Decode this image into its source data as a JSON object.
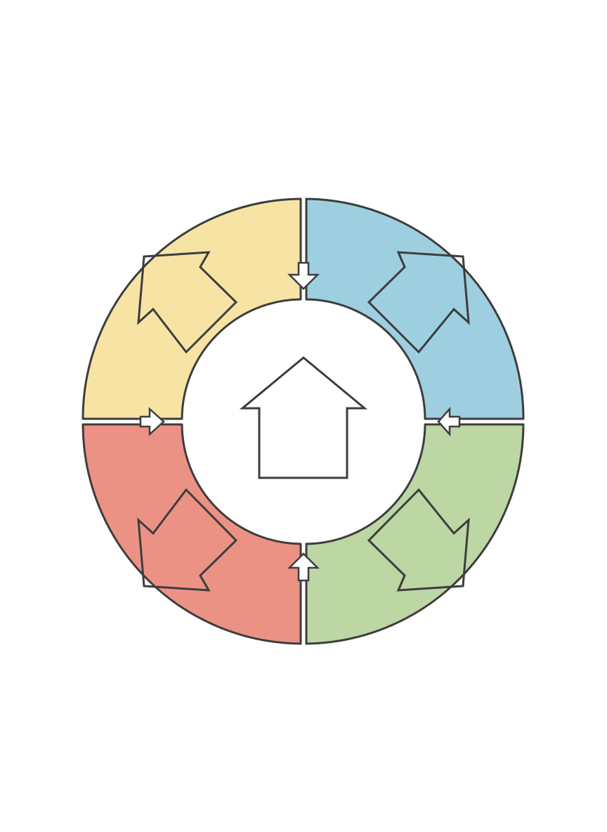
{
  "diagram": {
    "center_icon": "house-icon",
    "segments": [
      {
        "id": "top-left",
        "color": "#f7e4a5",
        "arrow_icon": "house-arrow-icon"
      },
      {
        "id": "top-right",
        "color": "#9dcfe0",
        "arrow_icon": "house-arrow-icon"
      },
      {
        "id": "bottom-right",
        "color": "#bcd6a4",
        "arrow_icon": "house-arrow-icon"
      },
      {
        "id": "bottom-left",
        "color": "#ec9285",
        "arrow_icon": "house-arrow-icon"
      }
    ],
    "connector_icons": [
      "down-arrow-icon",
      "left-arrow-icon",
      "up-arrow-icon",
      "right-arrow-icon"
    ],
    "outline_color": "#3d3d3d",
    "background": "#ffffff"
  }
}
